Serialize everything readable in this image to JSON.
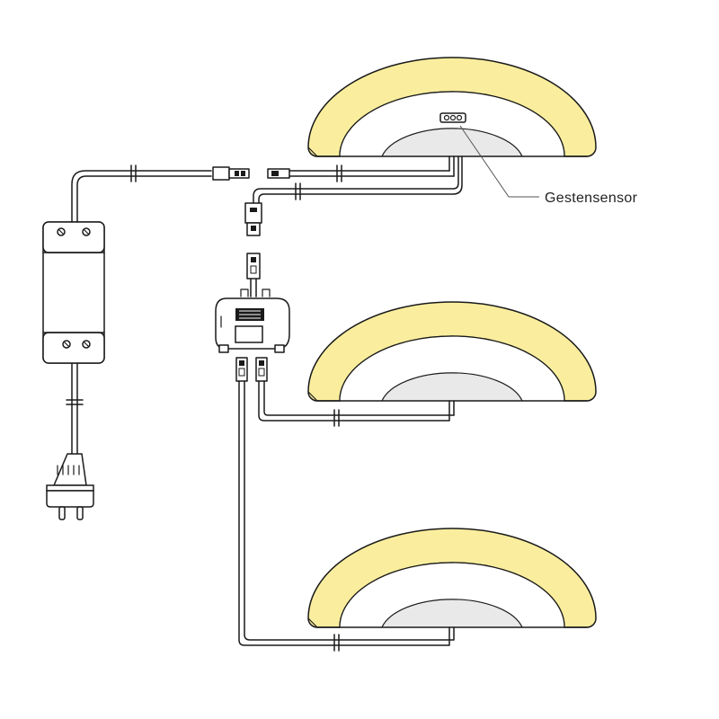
{
  "diagram": {
    "labels": {
      "gesture_sensor": "Gestensensor"
    },
    "colors": {
      "light_ring": "#FAEE9E",
      "line": "#1A1A1A",
      "background": "#FFFFFF"
    },
    "icons": {
      "power_supply": "driver-box",
      "plug": "euro-plug",
      "splitter": "distribution-block",
      "connector": "plug-connector",
      "lamp": "half-ring-led-light",
      "sensor": "gesture-sensor"
    },
    "light_count": 3
  }
}
